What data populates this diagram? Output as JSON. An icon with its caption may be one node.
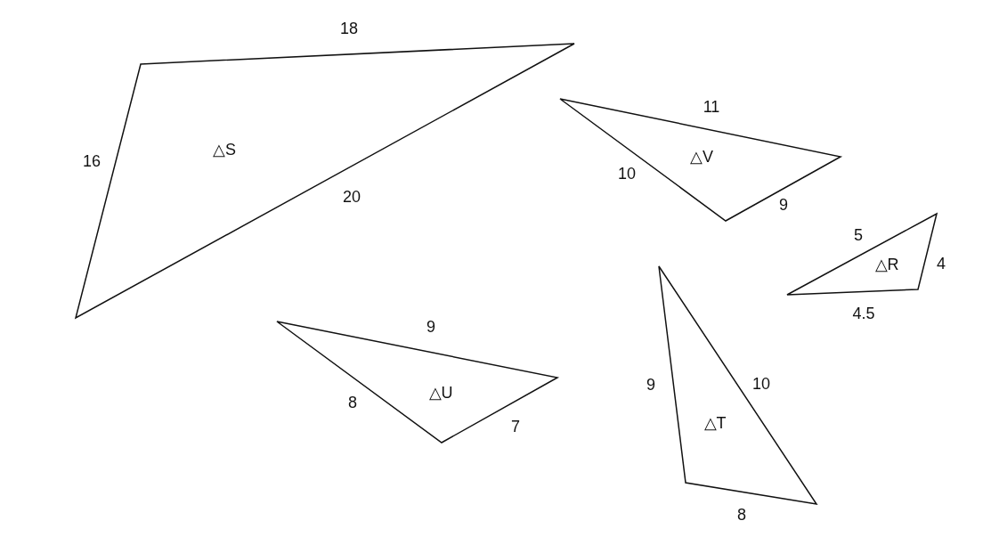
{
  "diagram": {
    "nodes": [
      {
        "text": [
          "△S"
        ],
        "beside": [
          "18",
          "16",
          "20"
        ]
      },
      {
        "text": [
          "△V"
        ],
        "beside": [
          "11",
          "10",
          "9"
        ]
      },
      {
        "text": [
          "△R"
        ],
        "beside": [
          "5",
          "4",
          "4.5"
        ]
      },
      {
        "text": [
          "△U"
        ],
        "beside": [
          "9",
          "8",
          "7"
        ]
      },
      {
        "text": [
          "△T"
        ],
        "beside": [
          "9",
          "10",
          "8"
        ]
      }
    ]
  }
}
